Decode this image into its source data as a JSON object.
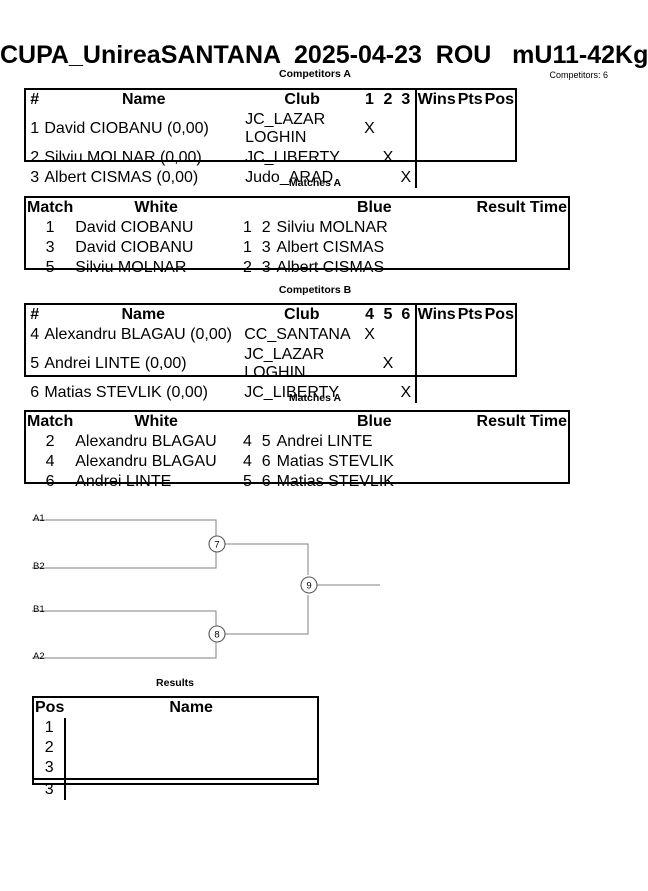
{
  "header": {
    "title": "CUPA_UnireaSANTANA  2025-04-23  ROU   mU11-42Kg",
    "competitors_count": "Competitors: 6"
  },
  "sections": {
    "competitors_a_caption": "Competitors A",
    "matches_a1_caption": "Matches A",
    "competitors_b_caption": "Competitors B",
    "matches_a2_caption": "Matches A",
    "results_caption": "Results"
  },
  "competitors_a": {
    "headers": {
      "num": "#",
      "name": "Name",
      "club": "Club",
      "m1": "1",
      "m2": "2",
      "m3": "3",
      "wins": "Wins",
      "pts": "Pts",
      "pos": "Pos"
    },
    "rows": [
      {
        "num": "1",
        "name": "David CIOBANU  (0,00)",
        "club": "JC_LAZAR LOGHIN",
        "m1": "X",
        "m2": "",
        "m3": "",
        "wins": "",
        "pts": "",
        "pos": ""
      },
      {
        "num": "2",
        "name": "Silviu MOLNAR  (0,00)",
        "club": "JC_LIBERTY",
        "m1": "",
        "m2": "X",
        "m3": "",
        "wins": "",
        "pts": "",
        "pos": ""
      },
      {
        "num": "3",
        "name": "Albert CISMAS  (0,00)",
        "club": "Judo_ARAD",
        "m1": "",
        "m2": "",
        "m3": "X",
        "wins": "",
        "pts": "",
        "pos": ""
      }
    ]
  },
  "matches_a1": {
    "headers": {
      "match": "Match",
      "white": "White",
      "wnum": "",
      "bnum": "",
      "blue": "Blue",
      "result": "Result",
      "time": "Time"
    },
    "rows": [
      {
        "match": "1",
        "white": "David CIOBANU",
        "wnum": "1",
        "bnum": "2",
        "blue": "Silviu MOLNAR",
        "result": "",
        "time": ""
      },
      {
        "match": "3",
        "white": "David CIOBANU",
        "wnum": "1",
        "bnum": "3",
        "blue": "Albert CISMAS",
        "result": "",
        "time": ""
      },
      {
        "match": "5",
        "white": "Silviu MOLNAR",
        "wnum": "2",
        "bnum": "3",
        "blue": "Albert CISMAS",
        "result": "",
        "time": ""
      }
    ]
  },
  "competitors_b": {
    "headers": {
      "num": "#",
      "name": "Name",
      "club": "Club",
      "m1": "4",
      "m2": "5",
      "m3": "6",
      "wins": "Wins",
      "pts": "Pts",
      "pos": "Pos"
    },
    "rows": [
      {
        "num": "4",
        "name": "Alexandru BLAGAU  (0,00)",
        "club": "CC_SANTANA",
        "m1": "X",
        "m2": "",
        "m3": "",
        "wins": "",
        "pts": "",
        "pos": ""
      },
      {
        "num": "5",
        "name": "Andrei LINTE  (0,00)",
        "club": "JC_LAZAR LOGHIN",
        "m1": "",
        "m2": "X",
        "m3": "",
        "wins": "",
        "pts": "",
        "pos": ""
      },
      {
        "num": "6",
        "name": "Matias STEVLIK  (0,00)",
        "club": "JC_LIBERTY",
        "m1": "",
        "m2": "",
        "m3": "X",
        "wins": "",
        "pts": "",
        "pos": ""
      }
    ]
  },
  "matches_a2": {
    "headers": {
      "match": "Match",
      "white": "White",
      "wnum": "",
      "bnum": "",
      "blue": "Blue",
      "result": "Result",
      "time": "Time"
    },
    "rows": [
      {
        "match": "2",
        "white": "Alexandru BLAGAU",
        "wnum": "4",
        "bnum": "5",
        "blue": "Andrei LINTE",
        "result": "",
        "time": ""
      },
      {
        "match": "4",
        "white": "Alexandru BLAGAU",
        "wnum": "4",
        "bnum": "6",
        "blue": "Matias STEVLIK",
        "result": "",
        "time": ""
      },
      {
        "match": "6",
        "white": "Andrei LINTE",
        "wnum": "5",
        "bnum": "6",
        "blue": "Matias STEVLIK",
        "result": "",
        "time": ""
      }
    ]
  },
  "bracket": {
    "seeds": [
      "A1",
      "B2",
      "B1",
      "A2"
    ],
    "nodes": [
      "7",
      "8",
      "9"
    ],
    "line_color": "#808080"
  },
  "results": {
    "headers": {
      "pos": "Pos",
      "name": "Name"
    },
    "rows": [
      {
        "pos": "1",
        "name": ""
      },
      {
        "pos": "2",
        "name": ""
      },
      {
        "pos": "3",
        "name": ""
      },
      {
        "pos": "3",
        "name": ""
      }
    ]
  }
}
